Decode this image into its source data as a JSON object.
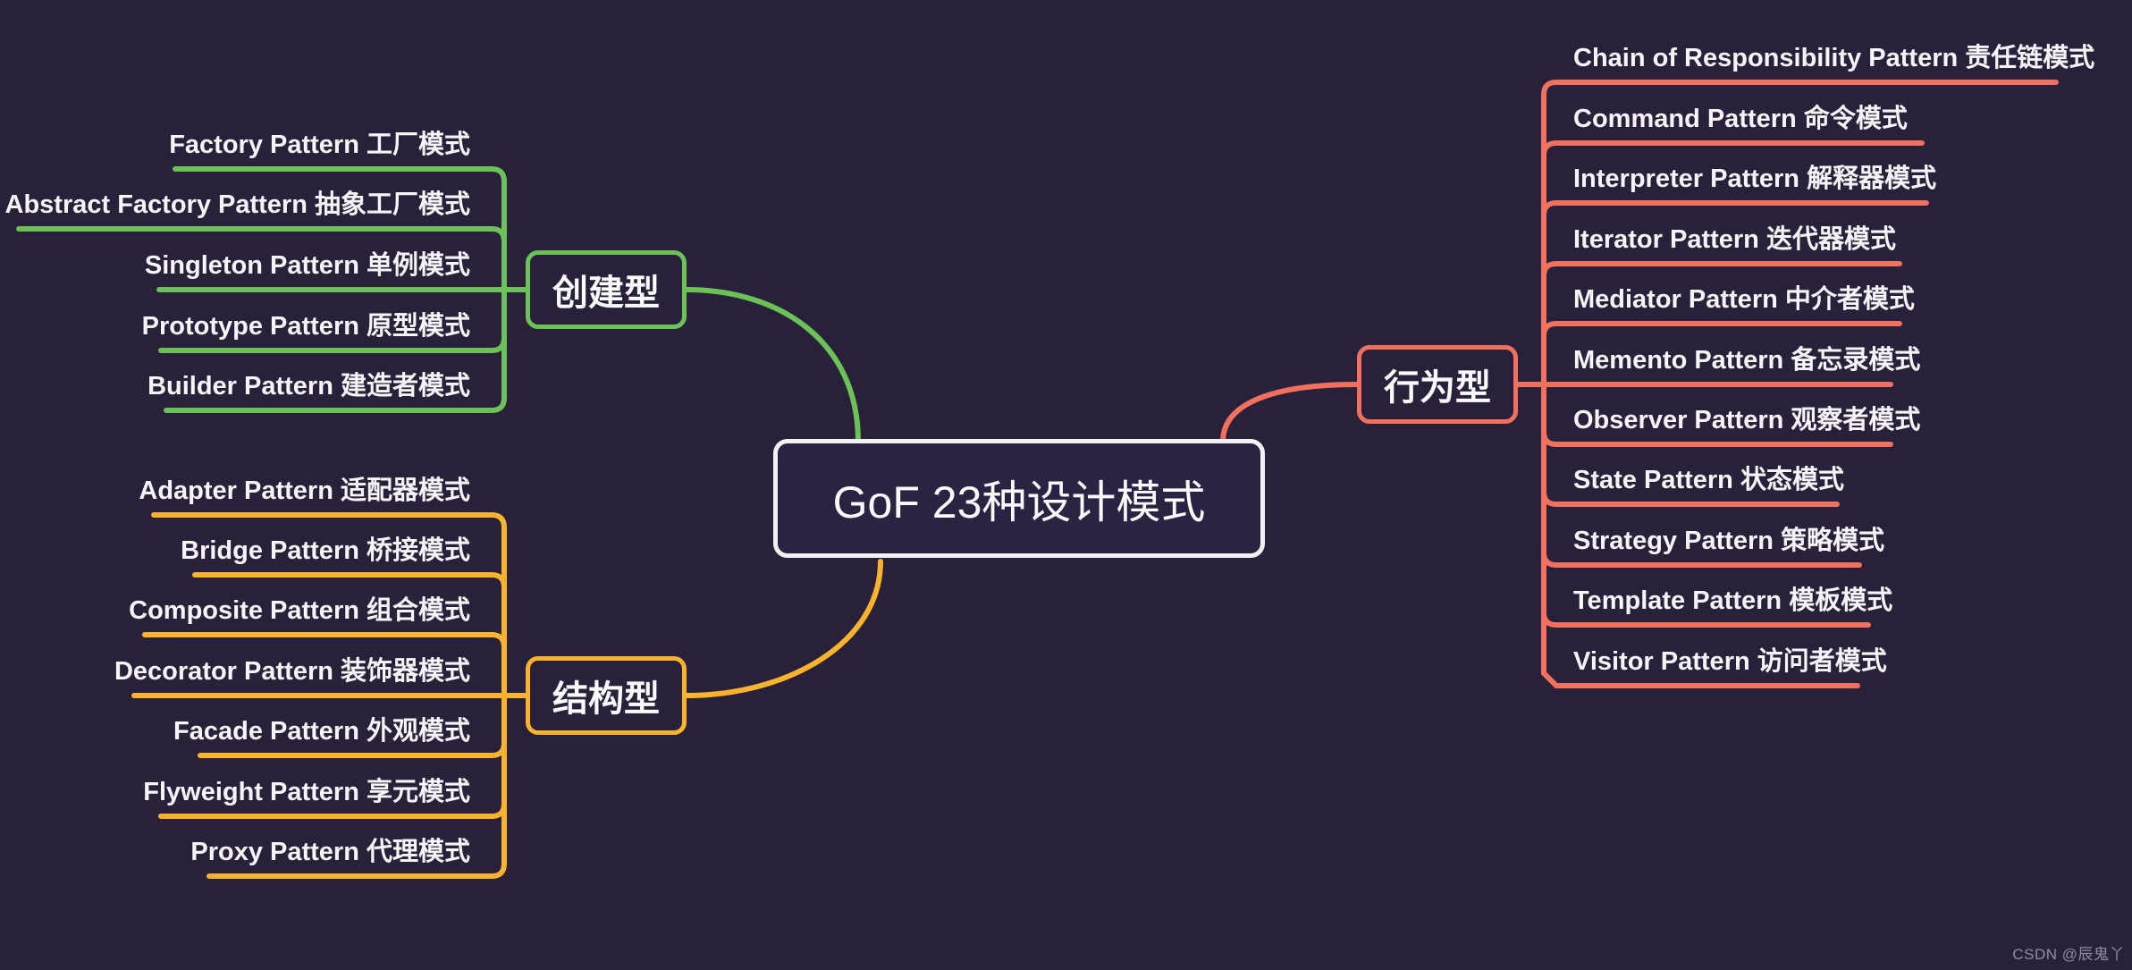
{
  "page": {
    "background_color": "#292139",
    "watermark": "CSDN @辰鬼丫"
  },
  "root": {
    "label": "GoF 23种设计模式",
    "border_color": "#f2f1f6"
  },
  "branches": [
    {
      "label": "创建型",
      "color": "#6cc258",
      "items": [
        "Factory Pattern 工厂模式",
        "Abstract Factory Pattern 抽象工厂模式",
        "Singleton Pattern 单例模式",
        "Prototype Pattern 原型模式",
        "Builder Pattern 建造者模式"
      ]
    },
    {
      "label": "结构型",
      "color": "#f9b32f",
      "items": [
        "Adapter Pattern 适配器模式",
        "Bridge Pattern 桥接模式",
        "Composite Pattern 组合模式",
        "Decorator Pattern 装饰器模式",
        "Facade Pattern 外观模式",
        "Flyweight Pattern 享元模式",
        "Proxy Pattern 代理模式"
      ]
    },
    {
      "label": "行为型",
      "color": "#f1705e",
      "items": [
        "Chain of Responsibility Pattern 责任链模式",
        "Command Pattern 命令模式",
        "Interpreter Pattern 解释器模式",
        "Iterator Pattern 迭代器模式",
        "Mediator Pattern 中介者模式",
        "Memento Pattern 备忘录模式",
        "Observer Pattern 观察者模式",
        "State Pattern 状态模式",
        "Strategy Pattern 策略模式",
        "Template Pattern 模板模式",
        "Visitor Pattern 访问者模式"
      ]
    }
  ]
}
